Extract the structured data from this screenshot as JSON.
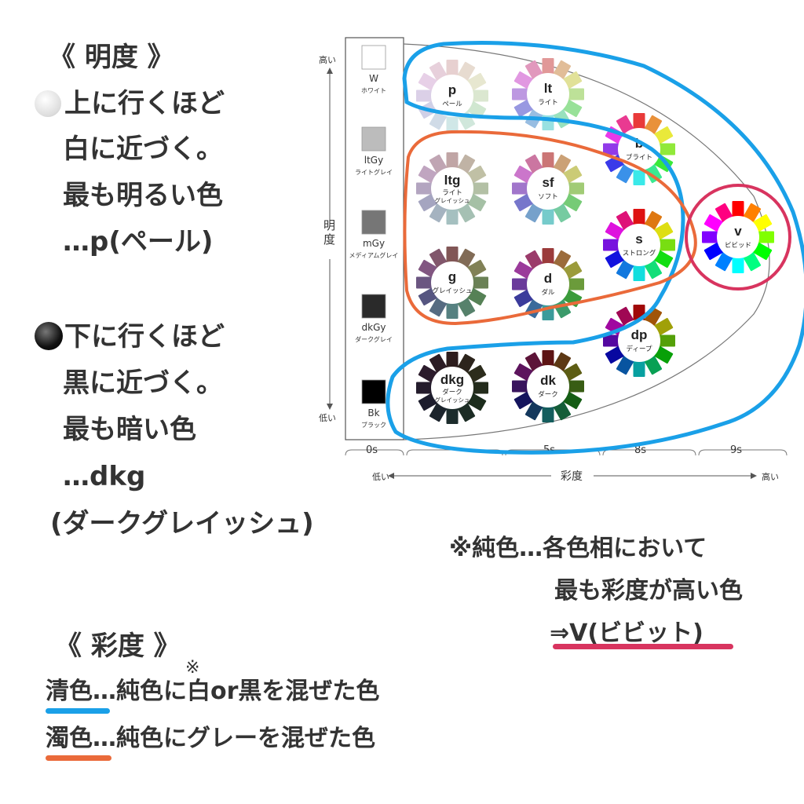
{
  "left_notes": {
    "brightness_heading": "《 明度 》",
    "brightness_up": [
      "上に行くほど",
      "白に近づく。",
      "最も明るい色",
      "…p(ペール)"
    ],
    "brightness_down": [
      "下に行くほど",
      "黒に近づく。",
      "最も暗い色",
      "…dkg",
      "(ダークグレイッシュ)"
    ],
    "saturation_heading": "《 彩度 》",
    "clear_color_term": "清色",
    "clear_color_rest": "…純色",
    "clear_color_mark": "※",
    "clear_color_tail": "に白or黒を混ぜた色",
    "muddy_color_term": "濁色",
    "muddy_color_rest": "…純色にグレーを混ぜた色"
  },
  "pure_note": {
    "line1": "※純色…各色相において",
    "line2": "最も彩度が高い色",
    "line3": "⇒V(ビビット)"
  },
  "diagram": {
    "brightness_axis_label": "明度",
    "brightness_high": "高い",
    "brightness_low": "低い",
    "saturation_axis_label": "彩度",
    "saturation_low": "低い",
    "saturation_high": "高い",
    "saturation_ticks": [
      "0s",
      "5s",
      "8s",
      "9s"
    ],
    "grays": [
      {
        "code": "W",
        "name": "ホワイト",
        "color": "#ffffff"
      },
      {
        "code": "ltGy",
        "name": "ライトグレイ",
        "color": "#bcbcbc"
      },
      {
        "code": "mGy",
        "name": "メディアムグレイ",
        "color": "#767676"
      },
      {
        "code": "dkGy",
        "name": "ダークグレイ",
        "color": "#2a2a2a"
      },
      {
        "code": "Bk",
        "name": "ブラック",
        "color": "#000000"
      }
    ],
    "tones": [
      {
        "code": "p",
        "name": "ペール",
        "name2": "",
        "sat": 0.32,
        "light": 0.86
      },
      {
        "code": "lt",
        "name": "ライト",
        "name2": "",
        "sat": 0.55,
        "light": 0.74
      },
      {
        "code": "b",
        "name": "ブライト",
        "name2": "",
        "sat": 0.8,
        "light": 0.57
      },
      {
        "code": "ltg",
        "name": "ライト",
        "name2": "グレイッシュ",
        "sat": 0.18,
        "light": 0.7
      },
      {
        "code": "sf",
        "name": "ソフト",
        "name2": "",
        "sat": 0.45,
        "light": 0.63
      },
      {
        "code": "s",
        "name": "ストロング",
        "name2": "",
        "sat": 0.85,
        "light": 0.47
      },
      {
        "code": "v",
        "name": "ビビッド",
        "name2": "",
        "sat": 1.0,
        "light": 0.5
      },
      {
        "code": "g",
        "name": "グレイッシュ",
        "name2": "",
        "sat": 0.2,
        "light": 0.42
      },
      {
        "code": "d",
        "name": "ダル",
        "name2": "",
        "sat": 0.45,
        "light": 0.42
      },
      {
        "code": "dp",
        "name": "ディープ",
        "name2": "",
        "sat": 0.9,
        "light": 0.33
      },
      {
        "code": "dkg",
        "name": "ダーク",
        "name2": "グレイッシュ",
        "sat": 0.22,
        "light": 0.14
      },
      {
        "code": "dk",
        "name": "ダーク",
        "name2": "",
        "sat": 0.65,
        "light": 0.22
      }
    ],
    "outline_colors": {
      "clear": "#1aa0e8",
      "muddy": "#ea6a3a",
      "pure": "#d8345f"
    }
  }
}
